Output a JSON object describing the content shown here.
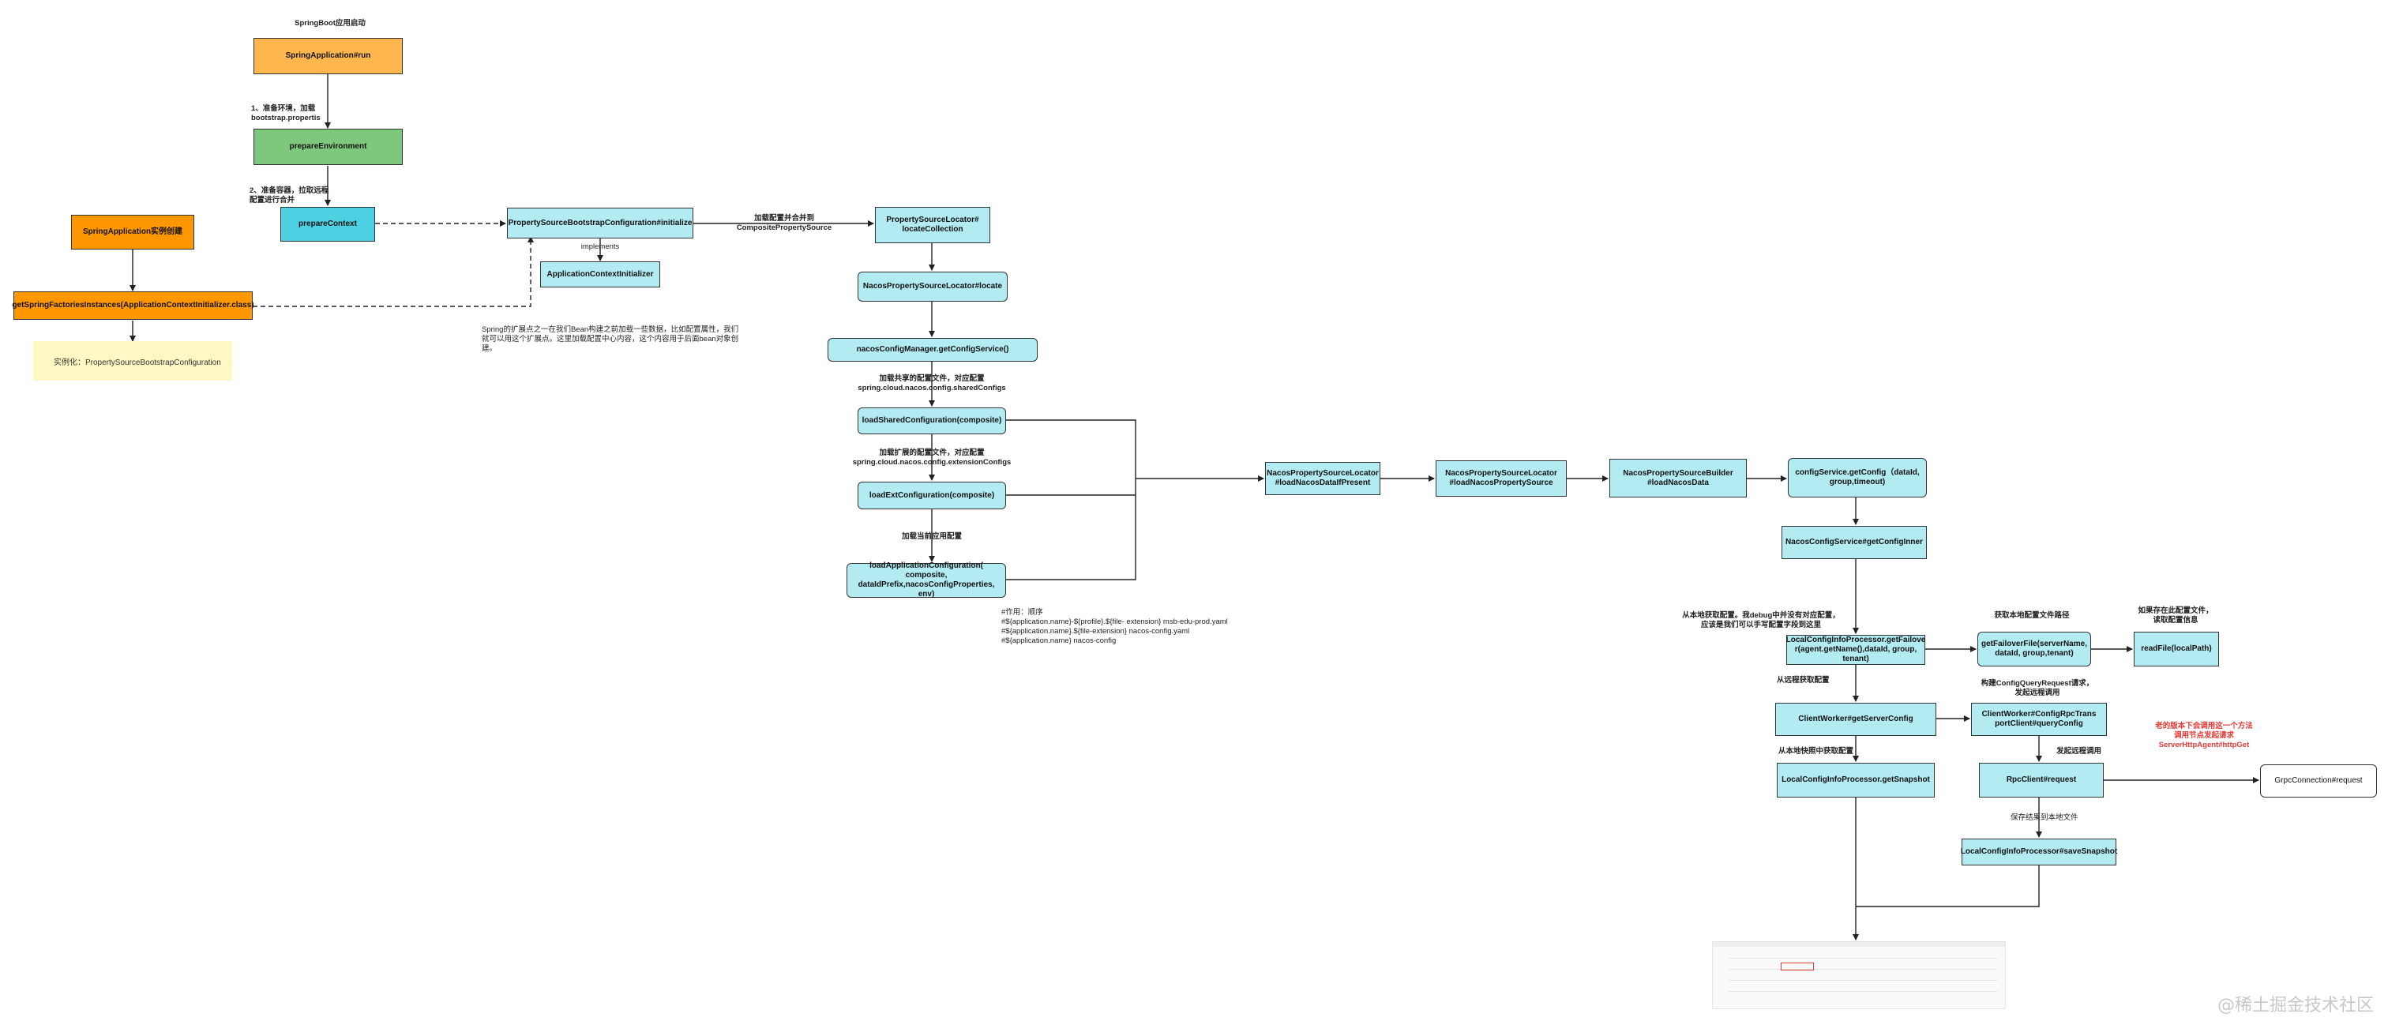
{
  "nodes": {
    "springApplicationRun": "SpringApplication#run",
    "prepareEnvironment": "prepareEnvironment",
    "prepareContext": "prepareContext",
    "springApplicationInstance": "SpringApplication实例创建",
    "getSpringFactoriesInstances": "getSpringFactoriesInstances(ApplicationContextInitializer.class)",
    "propertySourceBootstrapInitialize": "PropertySourceBootstrapConfiguration#initialize",
    "applicationContextInitializer": "ApplicationContextInitializer",
    "propertySourceLocatorLocateCollection": "PropertySourceLocator#\nlocateCollection",
    "nacosPropertySourceLocatorLocate": "NacosPropertySourceLocator#locate",
    "nacosConfigManagerGetConfigService": "nacosConfigManager.getConfigService()",
    "loadSharedConfiguration": "loadSharedConfiguration(composite)",
    "loadExtConfiguration": "loadExtConfiguration(composite)",
    "loadApplicationConfiguration": "loadApplicationConfiguration(\ncomposite,\ndataIdPrefix,nacosConfigProperties, env)",
    "loadNacosDataIfPresent": "NacosPropertySourceLocator\n#loadNacosDataIfPresent",
    "loadNacosPropertySource": "NacosPropertySourceLocator\n#loadNacosPropertySource",
    "loadNacosData": "NacosPropertySourceBuilder\n#loadNacosData",
    "configServiceGetConfig": "configService.getConfig（dataId,\ngroup,timeout)",
    "getConfigInner": "NacosConfigService#getConfigInner",
    "getFailover": "LocalConfigInfoProcessor.getFailove\nr(agent.getName(),dataId, group,\ntenant)",
    "getFailoverFile": "getFailoverFile(serverName,\ndataId, group,tenant)",
    "readFile": "readFile(localPath)",
    "getServerConfig": "ClientWorker#getServerConfig",
    "queryConfig": "ClientWorker#ConfigRpcTrans\nportClient#queryConfig",
    "getSnapshot": "LocalConfigInfoProcessor.getSnapshot",
    "rpcClientRequest": "RpcClient#request",
    "grpcConnectionRequest": "GrpcConnection#request",
    "saveSnapshot": "LocalConfigInfoProcessor#saveSnapshot"
  },
  "note": {
    "instance": "实例化：PropertySourceBootstrapConfiguration"
  },
  "labels": {
    "springBootStart": "SpringBoot应用启动",
    "step1": "1、准备环境，加载\nbootstrap.propertis",
    "step2": "2、准备容器，拉取远程\n配置进行合并",
    "implements": "implements",
    "mergeToComposite": "加载配置并合并到\nCompositePropertySource",
    "springExtensionNote": "Spring的扩展点之一在我们Bean构建之前加载一些数据，比如配置属性，我们\n就可以用这个扩展点。这里加载配置中心内容，这个内容用于后面bean对象创\n建。",
    "loadShared": "加载共享的配置文件，对应配置\nspring.cloud.nacos.config.sharedConfigs",
    "loadExt": "加载扩展的配置文件，对应配置\nspring.cloud.nacos.config.extensionConfigs",
    "loadCurrentApp": "加载当前应用配置",
    "priorityNote": "#作用：顺序\n#${application.name}-${profile}.${file- extension}   msb-edu-prod.yaml\n#${application.name}.${file-extension}   nacos-config.yaml\n#${application.name}   nacos-config",
    "localFailover": "从本地获取配置。我debug中并没有对应配置，\n应该是我们可以手写配置字段到这里",
    "getLocalConfigPath": "获取本地配置文件路径",
    "readIfExists": "如果存在此配置文件，\n读取配置信息",
    "remoteGet": "从远程获取配置",
    "buildQueryRequest": "构建ConfigQueryRequest请求，\n发起远程调用",
    "snapshotGet": "从本地快照中获取配置",
    "remoteCall": "发起远程调用",
    "saveSnapshotNote": "保存结果到本地文件",
    "oldVersionNote": "老的版本下会调用这一个方法\n调用节点发起请求\nServerHttpAgent#httpGet"
  },
  "watermark": "@稀土掘金技术社区"
}
